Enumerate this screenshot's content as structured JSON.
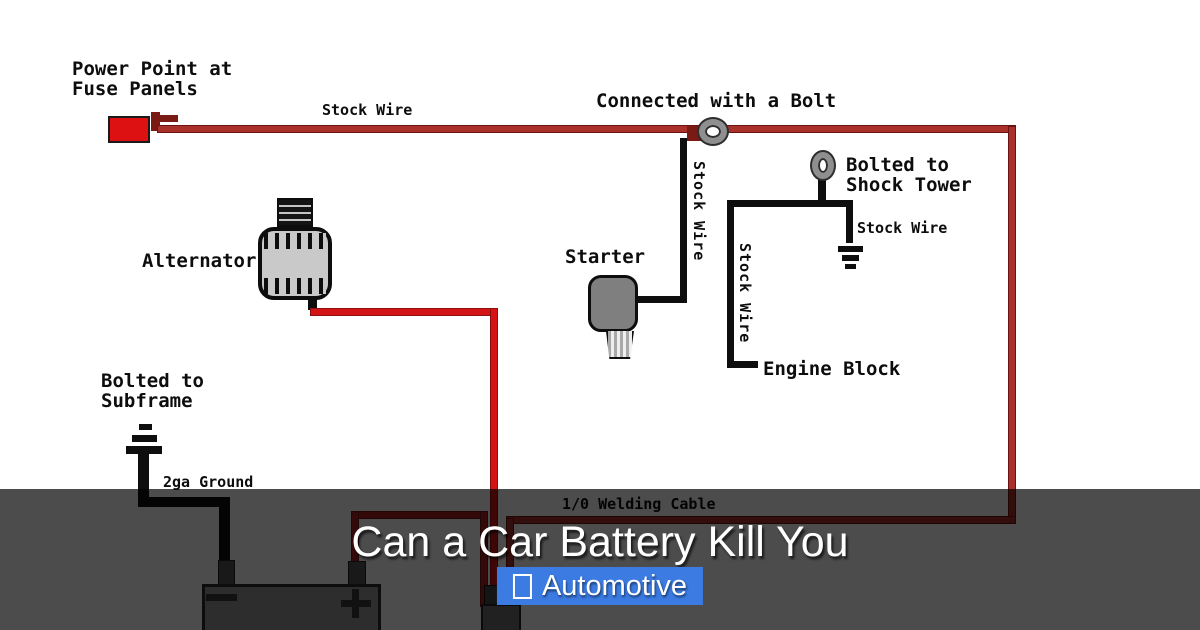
{
  "card": {
    "title": "Can a Car Battery Kill You",
    "category": {
      "label": "Automotive",
      "icon": "folder-placeholder-icon"
    }
  },
  "diagram": {
    "labels": {
      "power_point_1": "Power Point at",
      "power_point_2": "Fuse Panels",
      "stock_wire_top": "Stock Wire",
      "connected_bolt": "Connected with a Bolt",
      "bolted_shock_1": "Bolted to",
      "bolted_shock_2": "Shock Tower",
      "stock_wire_shock": "Stock Wire",
      "stock_wire_starter": "Stock Wire",
      "stock_wire_engine": "Stock Wire",
      "alternator": "Alternator",
      "starter": "Starter",
      "engine_block": "Engine Block",
      "bolted_subframe_1": "Bolted to",
      "bolted_subframe_2": "Subframe",
      "ground_2ga": "2ga Ground",
      "welding_cable": "1/0 Welding Cable"
    }
  },
  "colors": {
    "stock_wire_red": "#a8312b",
    "cable_red": "#d41414",
    "ground_cable_red": "#aa2020",
    "wire_black": "#0e0e0e",
    "connector_red": "#dd1111",
    "connector_dark_red": "#7a1a15",
    "alternator_gray": "#c9c9c9",
    "starter_gray": "#7f7f7f",
    "bolt_ring_gray": "#8f8f8f",
    "battery_gray": "#969696",
    "terminal_gray": "#565656",
    "badge_blue": "#3b7be2",
    "overlay_scrim": "rgba(0,0,0,0.70)"
  }
}
